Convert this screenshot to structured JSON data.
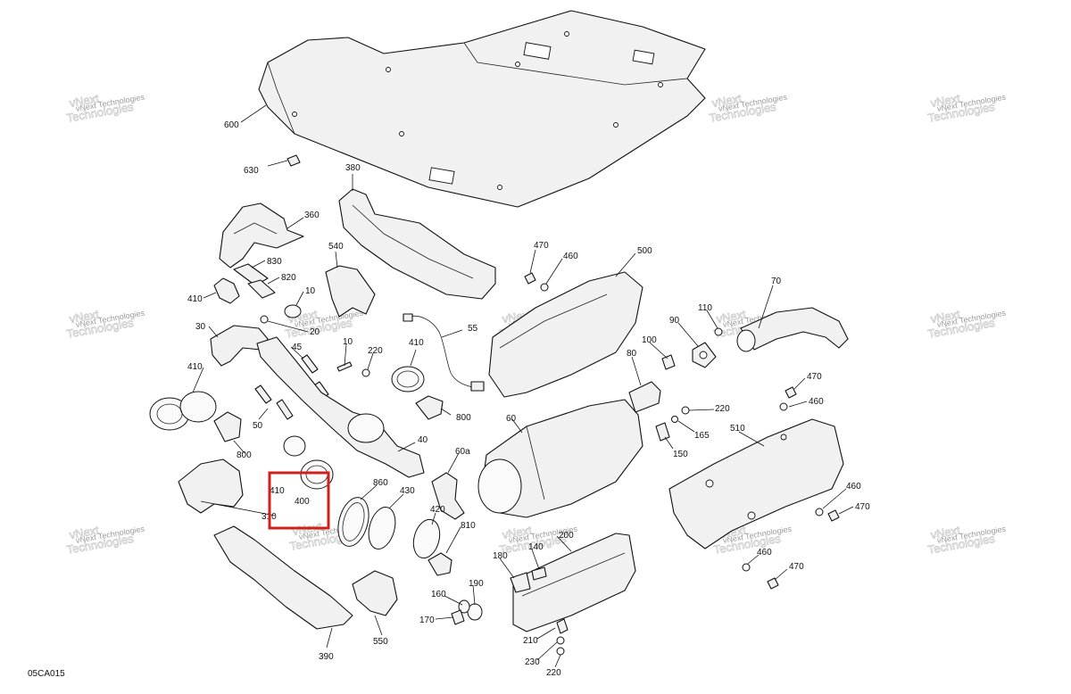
{
  "diagram_code": "05CA015",
  "watermark": {
    "line1": "vNext Technologies",
    "line2": "vNext",
    "line3": "Technologies"
  },
  "highlight_color": "#d0201c",
  "callouts": {
    "c600": "600",
    "c630": "630",
    "c380": "380",
    "c360": "360",
    "c540": "540",
    "c830": "830",
    "c820": "820",
    "c410a": "410",
    "c10a": "10",
    "c20": "20",
    "c30": "30",
    "c45": "45",
    "c10b": "10",
    "c220a": "220",
    "c410b": "410",
    "c55": "55",
    "c470a": "470",
    "c460a": "460",
    "c500": "500",
    "c70": "70",
    "c110": "110",
    "c90": "90",
    "c100": "100",
    "c80": "80",
    "c410c": "410",
    "c50": "50",
    "c800a": "800",
    "c800b": "800",
    "c40": "40",
    "c60": "60",
    "c220b": "220",
    "c165": "165",
    "c150": "150",
    "c510": "510",
    "c470b": "470",
    "c460b": "460",
    "c460c": "460",
    "c470c": "470",
    "c460d": "460",
    "c470d": "470",
    "c60a": "60a",
    "c860": "860",
    "c430": "430",
    "c420": "420",
    "c410d": "410",
    "c400": "400",
    "c310": "310",
    "c810": "810",
    "c140": "140",
    "c200": "200",
    "c180": "180",
    "c190": "190",
    "c160": "160",
    "c170": "170",
    "c210": "210",
    "c230": "230",
    "c220c": "220",
    "c550": "550",
    "c390": "390"
  }
}
